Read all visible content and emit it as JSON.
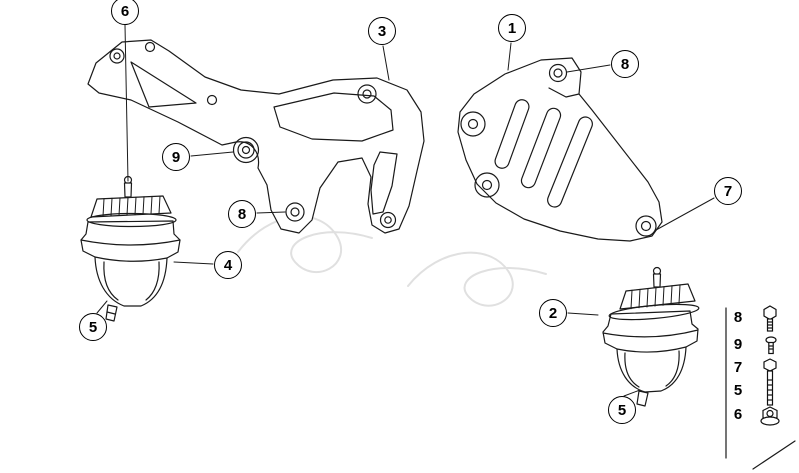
{
  "diagram": {
    "background": "#ffffff",
    "line_color": "#1a1a1a",
    "watermark_color": "#e0e0e0",
    "callout_border_color": "#000000"
  },
  "callouts": {
    "c6": "6",
    "c3": "3",
    "c1": "1",
    "c8a": "8",
    "c9": "9",
    "c8b": "8",
    "c4": "4",
    "c5a": "5",
    "c7": "7",
    "c2": "2",
    "c5b": "5"
  },
  "legend": {
    "items": [
      {
        "label": "8",
        "icon": "hex-bolt-icon"
      },
      {
        "label": "9",
        "icon": "screw-icon"
      },
      {
        "label": "7",
        "icon": "long-bolt-icon"
      },
      {
        "label": "5",
        "icon": "long-bolt-icon"
      },
      {
        "label": "6",
        "icon": "flange-nut-icon"
      }
    ]
  }
}
